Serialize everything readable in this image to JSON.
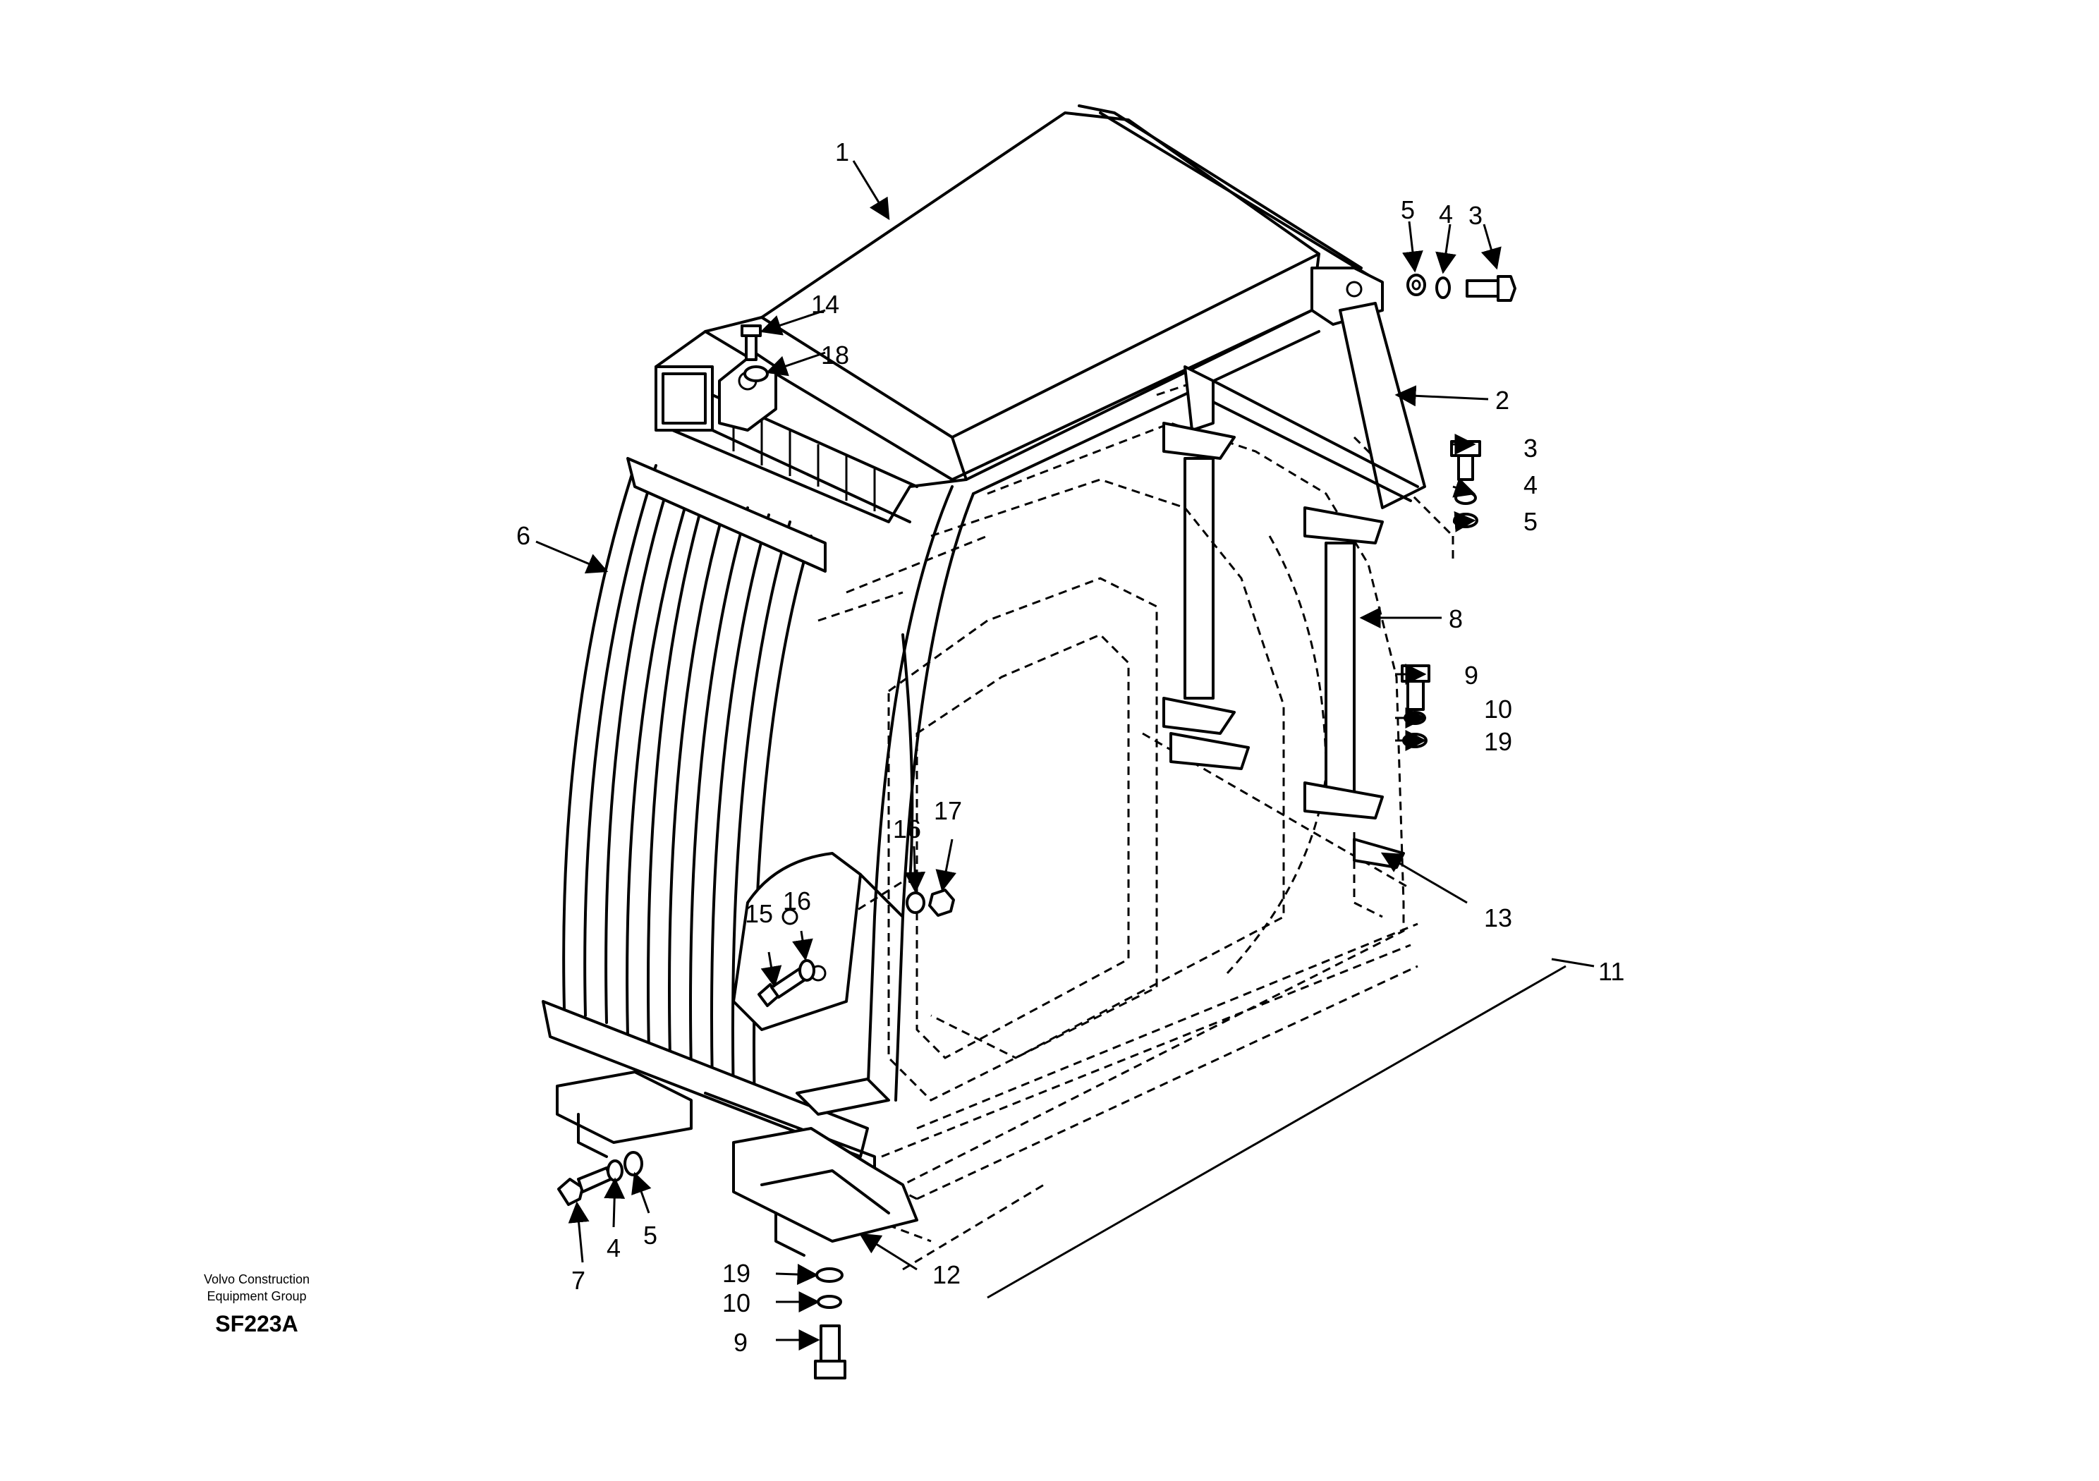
{
  "credit": {
    "line1": "Volvo Construction",
    "line2": "Equipment Group"
  },
  "drawing_code": "SF223A",
  "callouts": [
    {
      "id": "c1",
      "text": "1"
    },
    {
      "id": "c2",
      "text": "2"
    },
    {
      "id": "c3a",
      "text": "3"
    },
    {
      "id": "c3b",
      "text": "3"
    },
    {
      "id": "c4a",
      "text": "4"
    },
    {
      "id": "c4b",
      "text": "4"
    },
    {
      "id": "c4c",
      "text": "4"
    },
    {
      "id": "c5a",
      "text": "5"
    },
    {
      "id": "c5b",
      "text": "5"
    },
    {
      "id": "c5c",
      "text": "5"
    },
    {
      "id": "c6",
      "text": "6"
    },
    {
      "id": "c7",
      "text": "7"
    },
    {
      "id": "c8",
      "text": "8"
    },
    {
      "id": "c9a",
      "text": "9"
    },
    {
      "id": "c9b",
      "text": "9"
    },
    {
      "id": "c10a",
      "text": "10"
    },
    {
      "id": "c10b",
      "text": "10"
    },
    {
      "id": "c11",
      "text": "11"
    },
    {
      "id": "c12",
      "text": "12"
    },
    {
      "id": "c13",
      "text": "13"
    },
    {
      "id": "c14",
      "text": "14"
    },
    {
      "id": "c15",
      "text": "15"
    },
    {
      "id": "c16a",
      "text": "16"
    },
    {
      "id": "c16b",
      "text": "16"
    },
    {
      "id": "c17",
      "text": "17"
    },
    {
      "id": "c18",
      "text": "18"
    },
    {
      "id": "c19a",
      "text": "19"
    },
    {
      "id": "c19b",
      "text": "19"
    }
  ]
}
